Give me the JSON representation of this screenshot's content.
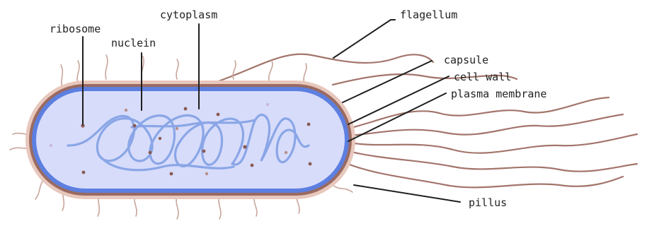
{
  "labels": {
    "ribosome": "ribosome",
    "nuclein": "nuclein",
    "cytoplasm": "cytoplasm",
    "flagellum": "flagellum",
    "capsule": "capsule",
    "cell_wall": "cell wall",
    "plasma_membrane": "plasma membrane",
    "pillus": "pillus"
  },
  "colors": {
    "capsule": "#e8c7bc",
    "cell_wall": "#9a6a60",
    "membrane": "#5c7fe0",
    "cytoplasm": "#d7dcfb",
    "dna": "#8aa6e6",
    "flagella": "#a3756c",
    "ribosome": "#8a5a52",
    "leader": "#1f1f1f"
  }
}
